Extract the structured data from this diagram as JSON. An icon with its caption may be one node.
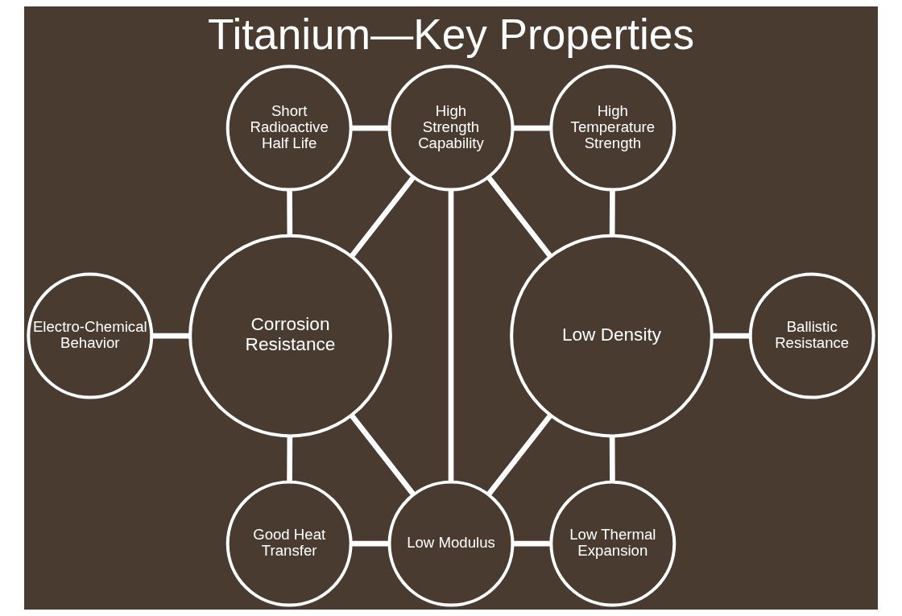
{
  "diagram": {
    "title": "Titanium—Key Properties",
    "nodes": [
      {
        "text": [
          "Short Radioactive Half Life"
        ]
      },
      {
        "text": [
          "High Strength Capability"
        ]
      },
      {
        "text": [
          "High Temperature Strength"
        ]
      },
      {
        "text": [
          "Electro-Chemical Behavior"
        ]
      },
      {
        "text": [
          "Corrosion Resistance"
        ]
      },
      {
        "text": [
          "Low Density"
        ]
      },
      {
        "text": [
          "Ballistic Resistance"
        ]
      },
      {
        "text": [
          "Good Heat Transfer"
        ]
      },
      {
        "text": [
          "Low Modulus"
        ]
      },
      {
        "text": [
          "Low Thermal Expansion"
        ]
      }
    ],
    "edges": [
      {
        "from": 0,
        "to": 1,
        "arrow": "none"
      },
      {
        "from": 1,
        "to": 2,
        "arrow": "none"
      },
      {
        "from": 0,
        "to": 4,
        "arrow": "none"
      },
      {
        "from": 3,
        "to": 4,
        "arrow": "none"
      },
      {
        "from": 4,
        "to": 1,
        "arrow": "none"
      },
      {
        "from": 1,
        "to": 5,
        "arrow": "none"
      },
      {
        "from": 1,
        "to": 8,
        "arrow": "none"
      },
      {
        "from": 2,
        "to": 5,
        "arrow": "none"
      },
      {
        "from": 5,
        "to": 6,
        "arrow": "none"
      },
      {
        "from": 4,
        "to": 8,
        "arrow": "none"
      },
      {
        "from": 5,
        "to": 8,
        "arrow": "none"
      },
      {
        "from": 4,
        "to": 7,
        "arrow": "none"
      },
      {
        "from": 7,
        "to": 8,
        "arrow": "none"
      },
      {
        "from": 8,
        "to": 9,
        "arrow": "none"
      },
      {
        "from": 5,
        "to": 9,
        "arrow": "none"
      }
    ]
  }
}
